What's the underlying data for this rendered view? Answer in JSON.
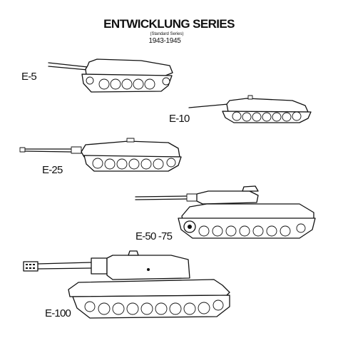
{
  "header": {
    "title": "ENTWICKLUNG SERIES",
    "subtitle": "(Standard Series)",
    "years": "1943-1945"
  },
  "vehicles": [
    {
      "id": "e5",
      "label": "E-5"
    },
    {
      "id": "e10",
      "label": "E-10"
    },
    {
      "id": "e25",
      "label": "E-25"
    },
    {
      "id": "e50",
      "label": "E-50 -75"
    },
    {
      "id": "e100",
      "label": "E-100"
    }
  ],
  "style": {
    "ink": "#111111",
    "paper": "#ffffff"
  }
}
